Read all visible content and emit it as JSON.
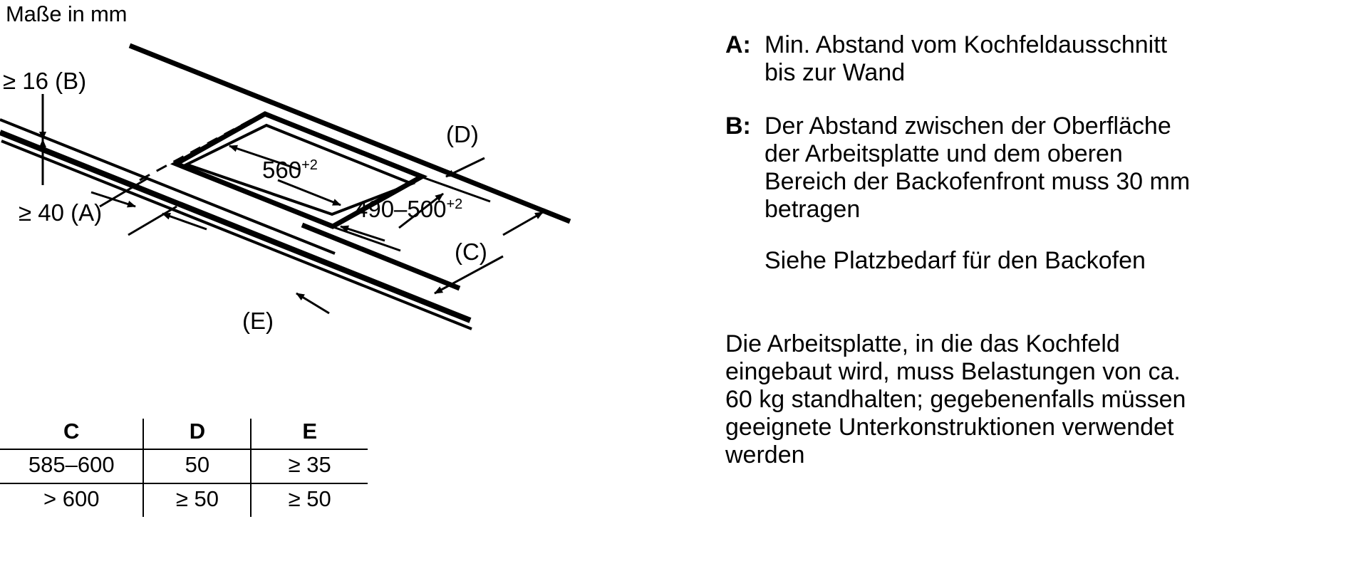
{
  "units_note": "Maße in mm",
  "diagram": {
    "labels": {
      "b_clearance": "≥ 16 (B)",
      "a_clearance": "≥ 40 (A)",
      "cutout_width": "560",
      "cutout_width_tolerance": "+2",
      "cutout_depth": "490–500",
      "cutout_depth_tolerance": "+2",
      "callout_c": "(C)",
      "callout_d": "(D)",
      "callout_e": "(E)"
    }
  },
  "table": {
    "headers": [
      "C",
      "D",
      "E"
    ],
    "rows": [
      [
        "585–600",
        "50",
        "≥ 35"
      ],
      [
        "> 600",
        "≥ 50",
        "≥ 50"
      ]
    ]
  },
  "legend": {
    "a": {
      "key": "A:",
      "lines": [
        "Min. Abstand vom Kochfeldausschnitt",
        "bis zur Wand"
      ]
    },
    "b": {
      "key": "B:",
      "lines": [
        "Der Abstand zwischen der Oberfläche",
        "der Arbeitsplatte und dem oberen",
        "Bereich der Backofenfront muss 30 mm",
        "betragen"
      ]
    },
    "see_note": "Siehe Platzbedarf für den Backofen"
  },
  "load_note": {
    "lines": [
      "Die Arbeitsplatte, in die das Kochfeld",
      "eingebaut wird, muss Belastungen von ca.",
      "60 kg standhalten; gegebenenfalls müssen",
      "geeignete Unterkonstruktionen verwendet",
      "werden"
    ]
  },
  "colors": {
    "ink": "#000000",
    "background": "#ffffff"
  }
}
